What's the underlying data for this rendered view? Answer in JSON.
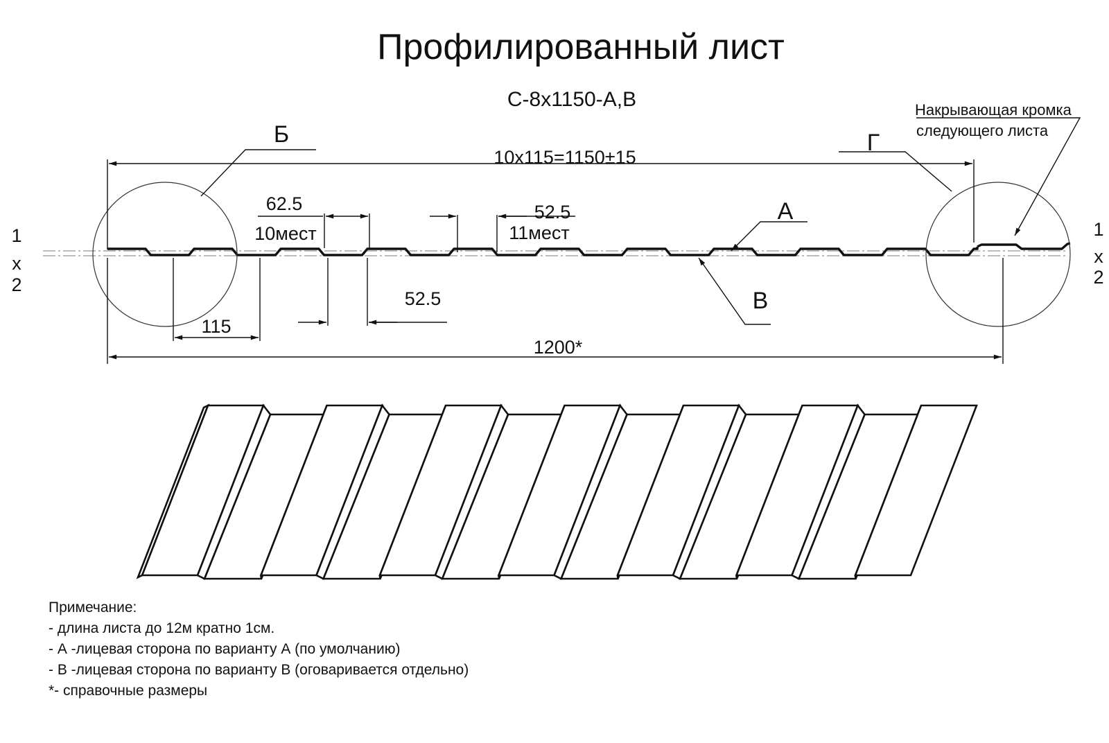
{
  "title": "Профилированный лист",
  "subtitle": "С-8x1150-А,В",
  "labels": {
    "detail_b": "Б",
    "detail_g": "Г",
    "side_a": "А",
    "side_v": "В",
    "cover_edge_line1": "Накрывающая кромка",
    "cover_edge_line2": "следующего листа"
  },
  "dimensions": {
    "overall_useful": "10x115=1150±15",
    "total_width": "1200*",
    "pitch": "115",
    "top_shelf": "62.5",
    "top_shelf_count": "10мест",
    "bottom_shelf_top": "52.5",
    "bottom_shelf_count": "11мест",
    "bottom_shelf_lower": "52.5"
  },
  "scale_marks": {
    "left": [
      "1",
      "x",
      "2"
    ],
    "right": [
      "1",
      "x",
      "2"
    ]
  },
  "notes": {
    "heading": "Примечание:",
    "items": [
      "- длина листа до 12м кратно 1см.",
      "- А -лицевая сторона по варианту А (по умолчанию)",
      "- В -лицевая сторона по варианту В (оговаривается отдельно)",
      "*- справочные размеры"
    ]
  }
}
